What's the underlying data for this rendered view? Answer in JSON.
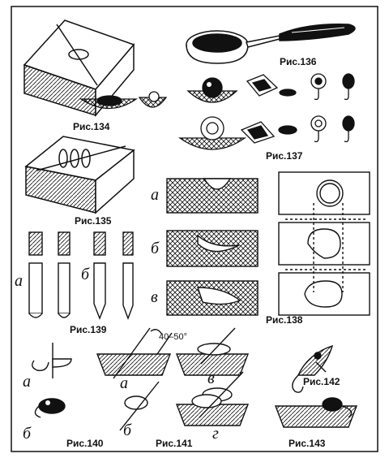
{
  "captions": {
    "fig134": "Рис.134",
    "fig135": "Рис.135",
    "fig136": "Рис.136",
    "fig137": "Рис.137",
    "fig138": "Рис.138",
    "fig139": "Рис.139",
    "fig140": "Рис.140",
    "fig141": "Рис.141",
    "fig142": "Рис.142",
    "fig143": "Рис.143"
  },
  "letters": {
    "a": "а",
    "b": "б",
    "v": "в",
    "g": "г"
  },
  "angle_label": "40–50°"
}
